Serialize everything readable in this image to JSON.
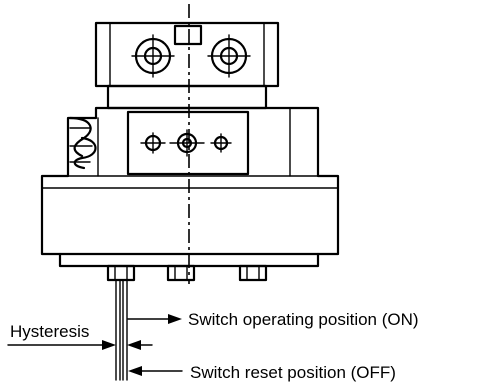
{
  "labels": {
    "hysteresis": "Hysteresis",
    "on_position": "Switch operating position (ON)",
    "off_position": "Switch reset position (OFF)"
  },
  "colors": {
    "line": "#000000",
    "background": "#ffffff"
  }
}
